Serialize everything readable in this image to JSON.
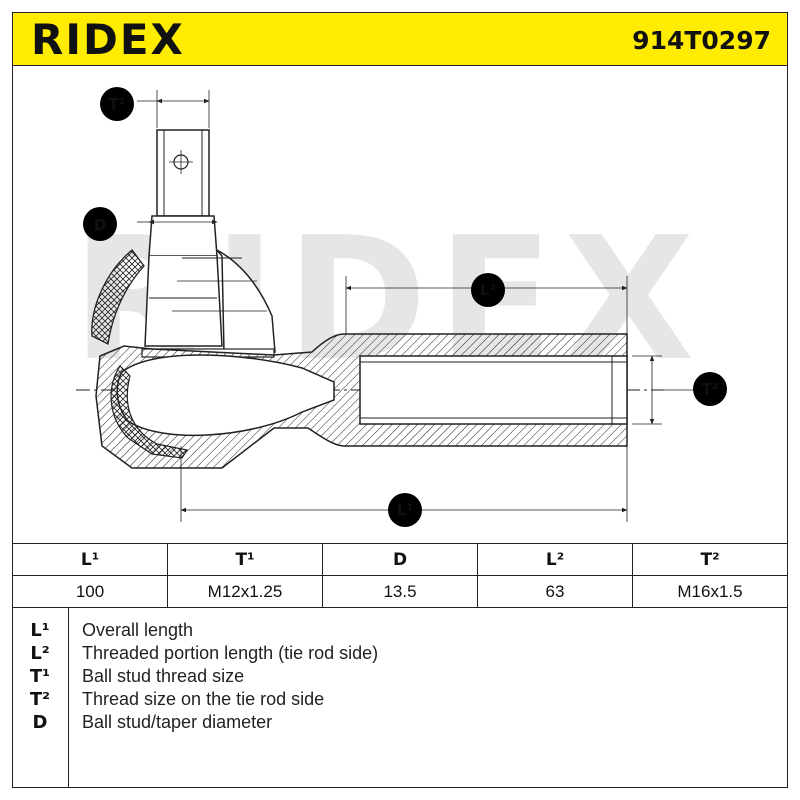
{
  "header": {
    "brand": "RIDEX",
    "part_number": "914T0297",
    "color": "#ffec00"
  },
  "diagram": {
    "watermark": "RIDEX",
    "callouts": {
      "t1": "T¹",
      "d": "D",
      "l2": "L²",
      "t2": "T²",
      "l1": "L¹"
    },
    "callout_color": "#000000",
    "callout_text_color": "#ffec00"
  },
  "specs": {
    "headers": [
      "L¹",
      "T¹",
      "D",
      "L²",
      "T²"
    ],
    "values": [
      "100",
      "M12x1.25",
      "13.5",
      "63",
      "M16x1.5"
    ]
  },
  "legend": [
    {
      "symbol": "L¹",
      "text": "Overall length"
    },
    {
      "symbol": "L²",
      "text": "Threaded portion length (tie rod side)"
    },
    {
      "symbol": "T¹",
      "text": "Ball stud thread size"
    },
    {
      "symbol": "T²",
      "text": "Thread size on the tie rod side"
    },
    {
      "symbol": "D",
      "text": "Ball stud/taper diameter"
    }
  ]
}
